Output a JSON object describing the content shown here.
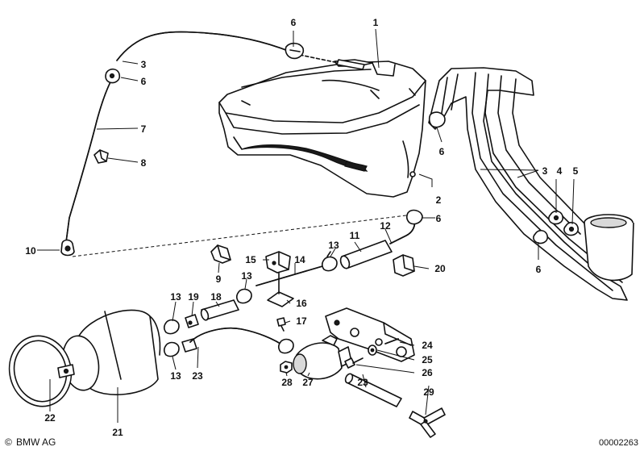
{
  "diagram": {
    "callouts": [
      {
        "label": "1"
      },
      {
        "label": "2"
      },
      {
        "label": "3"
      },
      {
        "label": "3"
      },
      {
        "label": "4"
      },
      {
        "label": "5"
      },
      {
        "label": "6"
      },
      {
        "label": "6"
      },
      {
        "label": "6"
      },
      {
        "label": "6"
      },
      {
        "label": "6"
      },
      {
        "label": "7"
      },
      {
        "label": "8"
      },
      {
        "label": "9"
      },
      {
        "label": "10"
      },
      {
        "label": "11"
      },
      {
        "label": "12"
      },
      {
        "label": "13"
      },
      {
        "label": "13"
      },
      {
        "label": "13"
      },
      {
        "label": "13"
      },
      {
        "label": "14"
      },
      {
        "label": "15"
      },
      {
        "label": "16"
      },
      {
        "label": "17"
      },
      {
        "label": "18"
      },
      {
        "label": "19"
      },
      {
        "label": "20"
      },
      {
        "label": "21"
      },
      {
        "label": "22"
      },
      {
        "label": "23"
      },
      {
        "label": "23"
      },
      {
        "label": "24"
      },
      {
        "label": "25"
      },
      {
        "label": "26"
      },
      {
        "label": "27"
      },
      {
        "label": "28"
      },
      {
        "label": "29"
      }
    ]
  },
  "footer": {
    "brand": "BMW AG",
    "copyright_symbol": "©",
    "document_number": "00002263"
  }
}
